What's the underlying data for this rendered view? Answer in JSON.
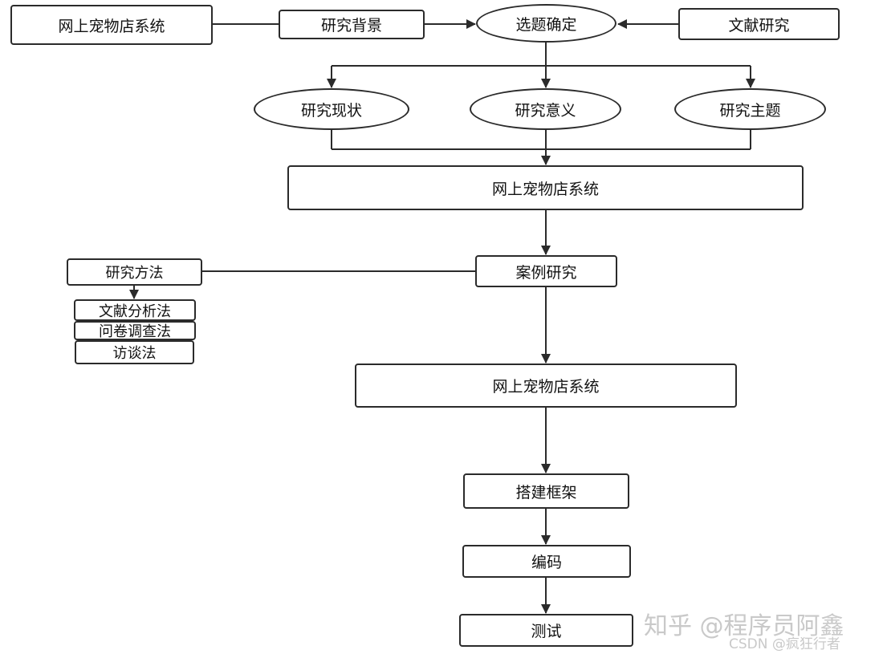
{
  "nodes": {
    "top_system": "网上宠物店系统",
    "background": "研究背景",
    "topic": "选题确定",
    "literature": "文献研究",
    "status": "研究现状",
    "significance": "研究意义",
    "theme": "研究主题",
    "system_2": "网上宠物店系统",
    "methods": "研究方法",
    "case_study": "案例研究",
    "method_literature": "文献分析法",
    "method_survey": "问卷调查法",
    "method_interview": "访谈法",
    "system_3": "网上宠物店系统",
    "framework": "搭建框架",
    "coding": "编码",
    "testing": "测试"
  },
  "watermark": {
    "zhihu": "知乎 @程序员阿鑫",
    "csdn": "CSDN @疯狂行者"
  },
  "colors": {
    "stroke": "#2b2b2b",
    "watermark": "#c9c9c9"
  }
}
